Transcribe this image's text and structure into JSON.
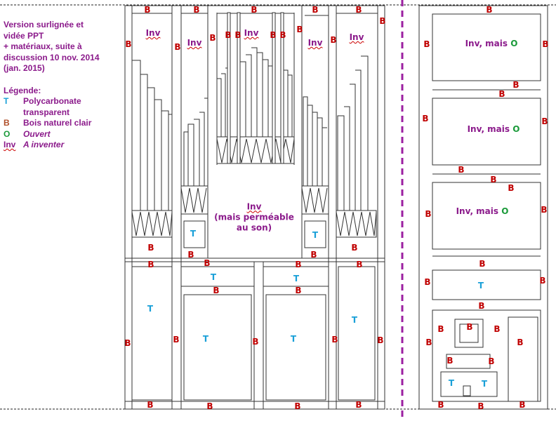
{
  "note": "Version surlignée et\nvidée PPT\n+ matériaux, suite à\ndiscussion 10 nov. 2014\n(jan. 2015)",
  "legend": {
    "title": "Légende:",
    "items": [
      {
        "code": "T",
        "label": "Polycarbonate",
        "label2": "transparent"
      },
      {
        "code": "B",
        "label": "Bois naturel clair"
      },
      {
        "code": "O",
        "label": "Ouvert"
      },
      {
        "code": "Inv",
        "label": "A inventer"
      }
    ]
  },
  "codes": {
    "B": "B",
    "T": "T",
    "O": "O",
    "Inv": "Inv"
  },
  "center_note": {
    "line1": "Inv",
    "line2": "(mais perméable",
    "line3": "au son)"
  },
  "side_note_prefix": "Inv, mais ",
  "colors": {
    "B": "#c00000",
    "T": "#1aa0d8",
    "O": "#1a9a3a",
    "text": "#8b1a8b",
    "divider": "#9b1fa0"
  }
}
